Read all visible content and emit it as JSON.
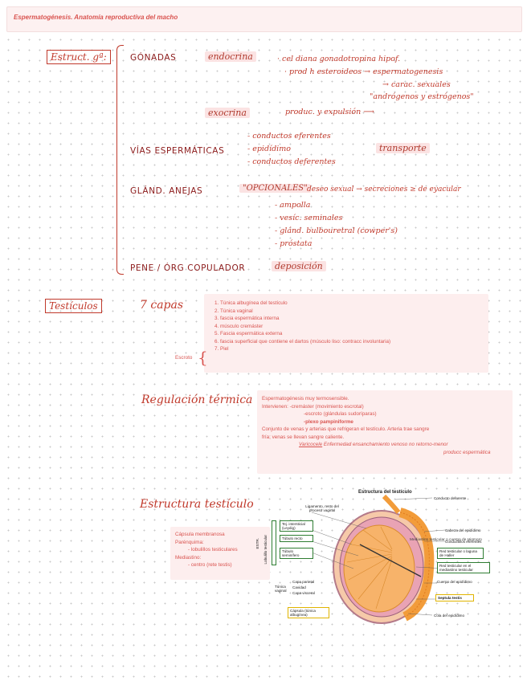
{
  "header": {
    "title": "Espermatogénesis. Anatomía reproductiva del macho"
  },
  "estructura": {
    "box_label": "Estruct. gª:",
    "gonadas": {
      "label": "GÓNADAS",
      "endocrina": "endocrina",
      "endo_lines": [
        "· cel diana gonadotropina hipof.",
        "· prod h esteroideos → espermatogenesis",
        "→ carac. sexuales",
        "\"andrógenos y estrógenos\""
      ],
      "exocrina": "exocrina",
      "exo_text": "produc. y expulsión ⟶"
    },
    "vias": {
      "label": "VÍAS ESPERMÁTICAS",
      "items": [
        "- conductos eferentes",
        "- epidídimo",
        "- conductos deferentes"
      ],
      "note": "transporte"
    },
    "glandulas": {
      "label": "GLÁND. ANEJAS",
      "opcionales": "\"OPCIONALES\"",
      "desc": "deseo sexual → secreciones ≥ de eyacular",
      "items": [
        "- ampolla",
        "- vesíc. seminales",
        "- glánd. bulbouretral (cowper's)",
        "- próstata"
      ]
    },
    "pene": {
      "label": "PENE / ÓRG COPULADOR",
      "note": "deposición"
    }
  },
  "testiculos": {
    "box_label": "Testículos",
    "capas_title": "7 capas",
    "escroto_label": "Escroto",
    "capas": [
      "Túnica albugínea del testículo",
      "Túnica vaginal",
      "fascia espermática interna",
      "músculo cremáster",
      "Fascia espermática externa",
      "fascia superficial que contiene el dartos (músculo liso: contracc involuntaria)",
      "Piel"
    ]
  },
  "regulacion": {
    "title": "Regulación térmica",
    "lines": [
      "Espermatogénesis muy termosensible.",
      "Intervienen: -cremáster (movimiento escrotal)",
      "-escroto (glándulas sudoríparas)",
      "-plexo pampiniforme",
      "Conjunto de venas y arterias que refrigeran el testículo. Arteria trae sangre",
      "fría; venas se llevan sangre caliente."
    ],
    "varicocele_word": "Varicocele",
    "varicocele_text": "Enfermedad ensanchamiento venoso no retorno-menor",
    "varicocele_text2": "producc espermática"
  },
  "estructura_testiculo": {
    "title": "Estructura testículo",
    "card_lines": [
      "Cápsula membranosa",
      "Parénquima:",
      "- lobulillos testiculares",
      "Mediastino:",
      "- centro (rete testis)"
    ],
    "diagram": {
      "title": "Estructura del testículo",
      "labels_left": [
        "Ligamento, resto del proceso vaginal",
        "Tej. intersticial (Leydig)",
        "Túbulo recto",
        "Túbulo seminífero",
        "Lobulillo testicular",
        "ESTR.",
        "Capa parietal",
        "Cavidad",
        "Capa visceral",
        "Túnica vaginal",
        "Cápsula (túnica albugínea)"
      ],
      "labels_right": [
        "Conducto deferente",
        "Cabeza del epidídimo",
        "Conductillos eferentes",
        "Red testicular o laguna de Haller",
        "Red testicular en el mediastino testicular",
        "Cuerpo del epidídimo",
        "Septula testis",
        "Cola del epidídimo"
      ],
      "mediastino_note": "Mediastino testicular o cuerpo de Higmoro"
    }
  },
  "colors": {
    "accent": "#c0392b",
    "pink_bg": "#fdeeee",
    "orange": "#f29c3a"
  }
}
